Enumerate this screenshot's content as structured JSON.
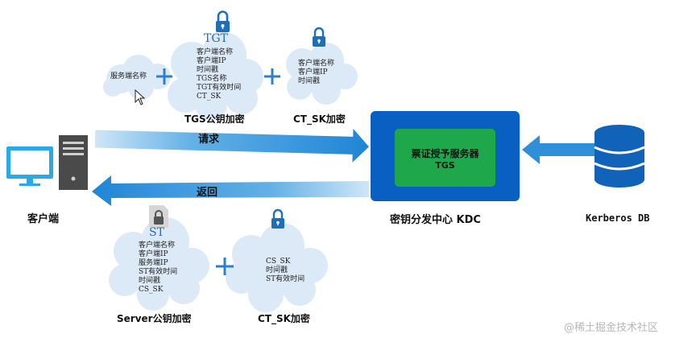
{
  "colors": {
    "arrow": "#2f8fd8",
    "kdc_outer": "#0a60c2",
    "kdc_inner": "#1ea84b",
    "cloud": "#dce9f6",
    "lock_blue": "#1f6fb8",
    "lock_gray": "#6a6a6a",
    "db": "#1063b8",
    "client": "#2aa9e8",
    "plus": "#2a7fd0"
  },
  "icons": {
    "client_computer": "monitor-icon",
    "client_tower": "server-tower-icon",
    "database": "database-icon",
    "lock": "lock-icon"
  },
  "tgt_packet": {
    "title": "TGT",
    "service_name": "服务端名称",
    "lines": [
      "客户端名称",
      "客户端IP",
      "时间戳",
      "TGS名称",
      "TGT有效时间",
      "CT_SK"
    ],
    "caption": "TGS公钥加密"
  },
  "ct_sk_packet_top": {
    "lines": [
      "客户端名称",
      "客户端IP",
      "时间戳"
    ],
    "caption": "CT_SK加密"
  },
  "request_label": "请求",
  "return_label": "返回",
  "client_label": "客户端",
  "kdc": {
    "inner_line1": "票证授予服务器",
    "inner_line2": "TGS",
    "label": "密钥分发中心 KDC"
  },
  "db_label": "Kerberos DB",
  "st_packet": {
    "title": "ST",
    "lines": [
      "客户端名称",
      "客户端IP",
      "服务端IP",
      "ST有效时间",
      "时间戳",
      "CS_SK"
    ],
    "caption": "Server公钥加密"
  },
  "cs_sk_packet": {
    "lines": [
      "CS_SK",
      "时间戳",
      "ST有效时间"
    ],
    "caption": "CT_SK加密"
  },
  "watermark": "@稀土掘金技术社区"
}
